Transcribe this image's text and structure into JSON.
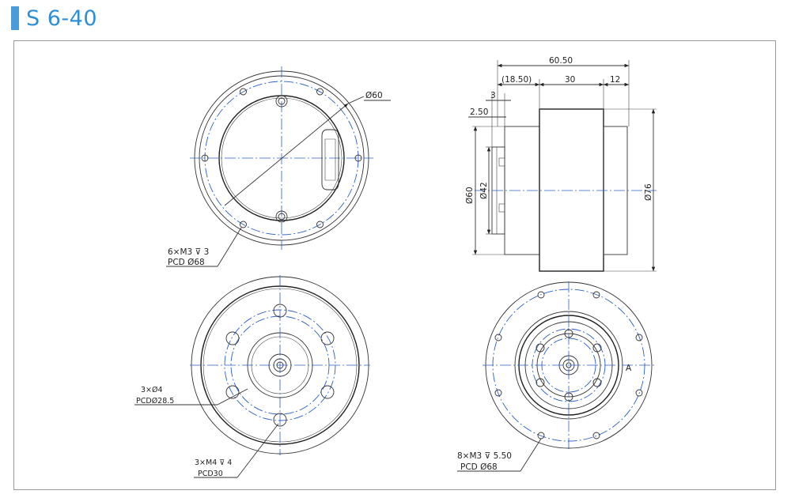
{
  "header": {
    "title": "S 6-40",
    "accent": "#4a9bd8"
  },
  "colors": {
    "centerline": "#2b5fc2",
    "line": "#333333"
  },
  "views": {
    "top_left": {
      "diameter": "Ø60",
      "callout_line1": "6×M3",
      "callout_line1_depth": "3",
      "callout_line2": "PCD",
      "callout_line2_dia": "Ø68"
    },
    "top_right": {
      "overall": "60.50",
      "seg1": "(18.50)",
      "seg2": "30",
      "seg3": "12",
      "step": "3",
      "flange": "2.50",
      "dia_left": "Ø60",
      "dia_inner": "Ø42",
      "dia_right": "Ø76"
    },
    "bottom_left": {
      "hole_callout_line1": "3×",
      "hole_callout_dia": "Ø4",
      "hole_callout_line2": "PCD",
      "hole_callout_pcd": "Ø28.5",
      "thread_callout_line1": "3×M4",
      "thread_callout_depth": "4",
      "thread_callout_line2": "PCD30"
    },
    "bottom_right": {
      "label_a": "A",
      "callout_line1": "8×M3",
      "callout_depth": "5.50",
      "callout_line2": "PCD",
      "callout_pcd": "Ø68"
    }
  }
}
